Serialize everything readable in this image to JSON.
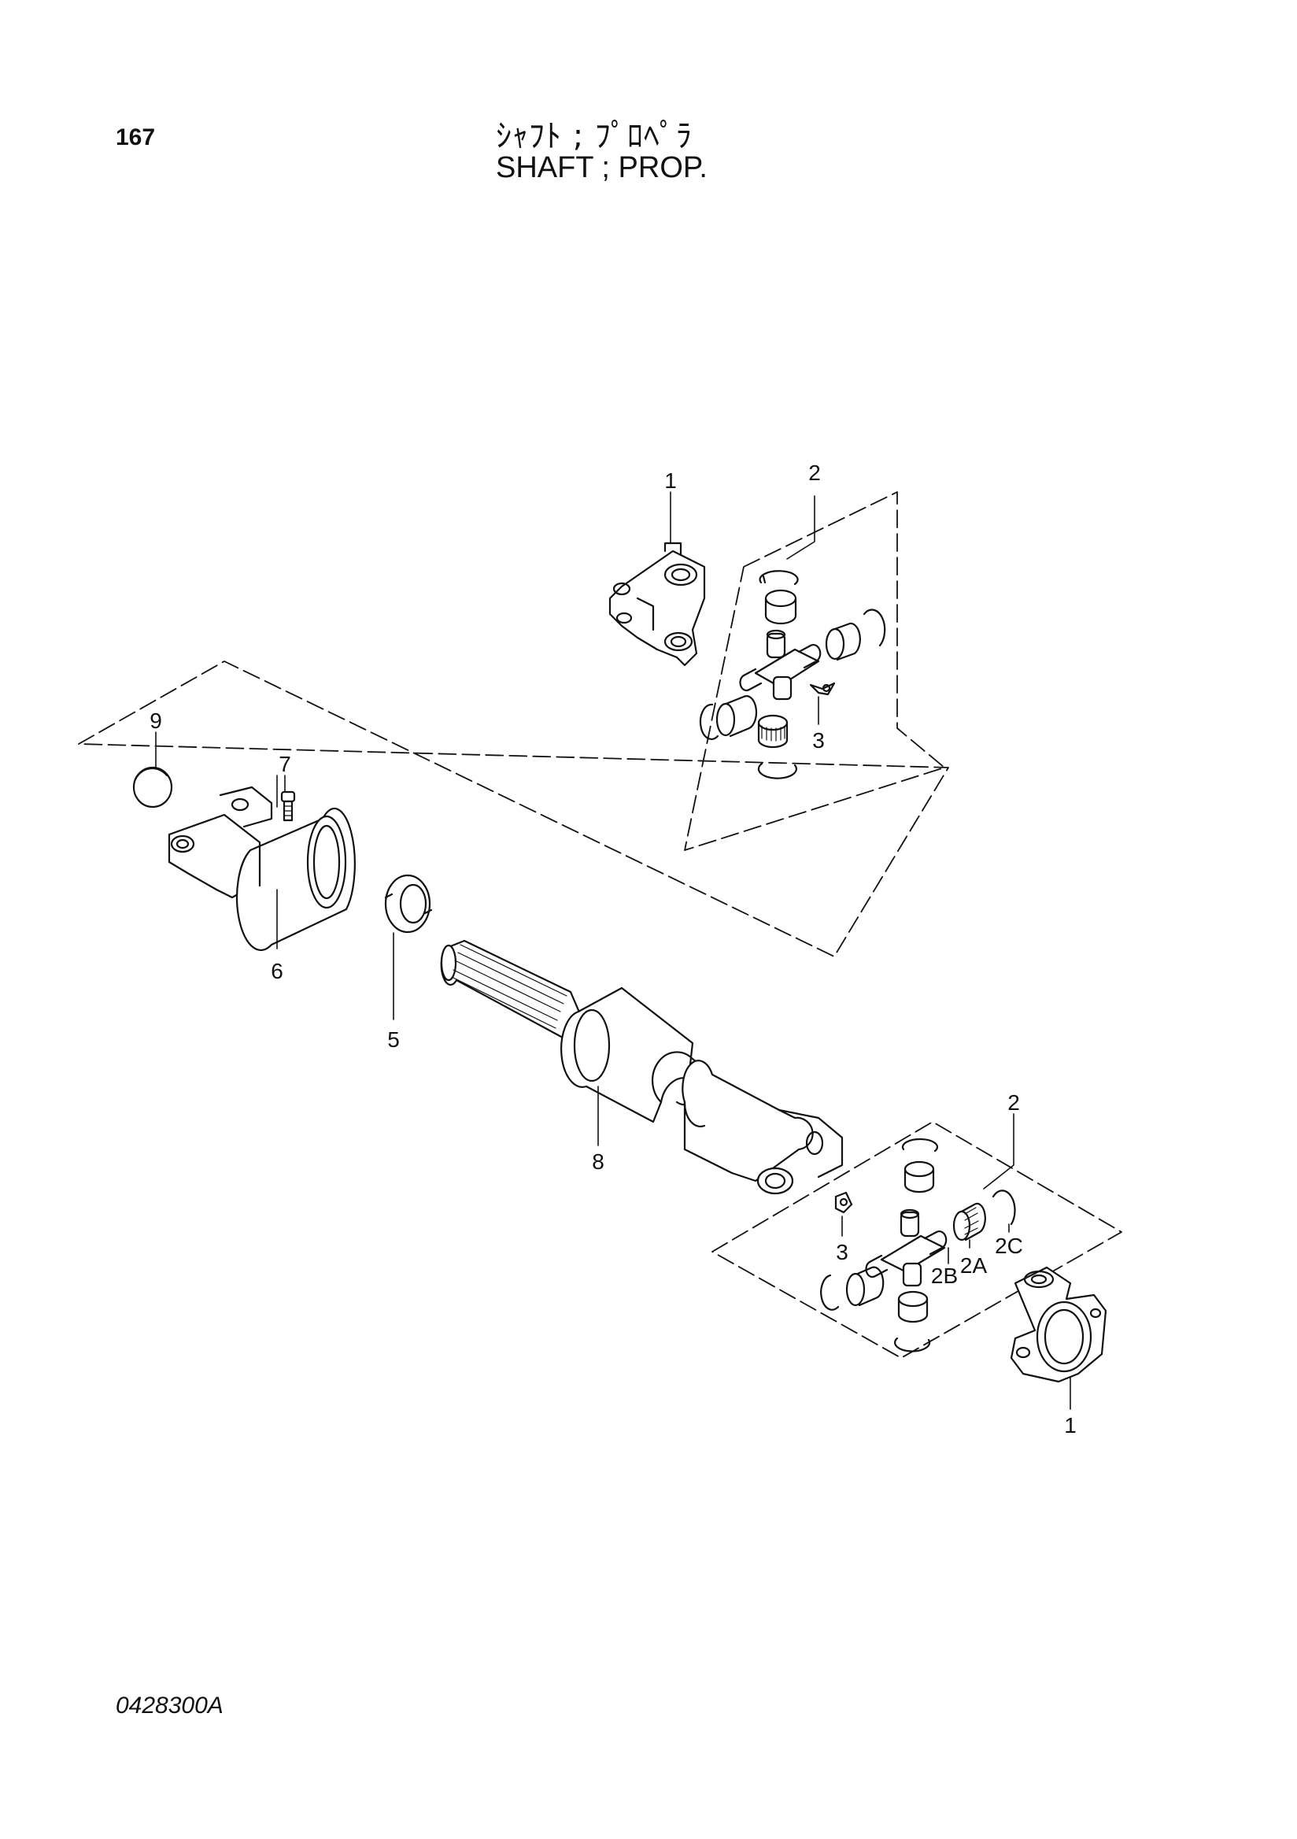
{
  "page_number": "167",
  "title_jp": "ｼｬﾌﾄ ; ﾌﾟﾛﾍﾟﾗ",
  "title_en": "SHAFT ; PROP.",
  "drawing_number": "0428300A",
  "callouts": {
    "c1_top": "1",
    "c2_top": "2",
    "c3_top": "3",
    "c9": "9",
    "c7": "7",
    "c6": "6",
    "c5": "5",
    "c8": "8",
    "c2_bottom": "2",
    "c3_bottom": "3",
    "c2B": "2B",
    "c2A": "2A",
    "c2C": "2C",
    "c1_bottom": "1"
  }
}
